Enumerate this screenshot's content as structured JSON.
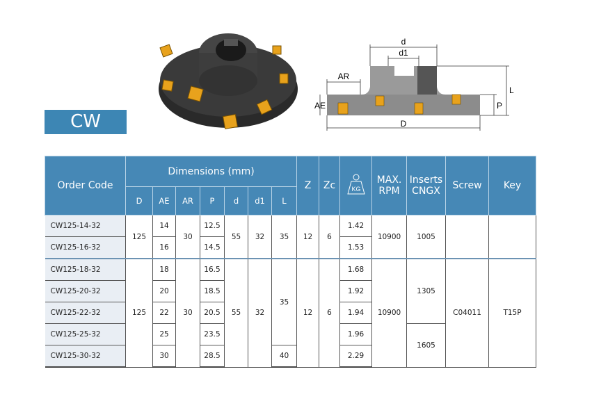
{
  "title": "CW",
  "diagram_labels": {
    "d": "d",
    "d1": "d1",
    "AR": "AR",
    "AE": "AE",
    "P": "P",
    "L": "L",
    "D": "D"
  },
  "colors": {
    "header": "#4688b6",
    "label": "#3d86b4",
    "code_bg": "#e9eef4",
    "insert": "#e8a21c"
  },
  "table": {
    "headers": {
      "order_code": "Order Code",
      "dimensions": "Dimensions (mm)",
      "dims": [
        "D",
        "AE",
        "AR",
        "P",
        "d",
        "d1",
        "L"
      ],
      "z": "Z",
      "zc": "Zc",
      "kg": "KG",
      "rpm_line1": "MAX.",
      "rpm_line2": "RPM",
      "inserts_line1": "Inserts",
      "inserts_line2": "CNGX",
      "screw": "Screw",
      "key": "Key"
    },
    "group1": {
      "codes": [
        "CW125-14-32",
        "CW125-16-32"
      ],
      "D": "125",
      "AE": [
        "14",
        "16"
      ],
      "AR": "30",
      "P": [
        "12.5",
        "14.5"
      ],
      "d": "55",
      "d1": "32",
      "L": "35",
      "Z": "12",
      "Zc": "6",
      "kg": [
        "1.42",
        "1.53"
      ],
      "rpm": "10900",
      "inserts": "1005",
      "screw": "",
      "key": ""
    },
    "group2": {
      "codes": [
        "CW125-18-32",
        "CW125-20-32",
        "CW125-22-32",
        "CW125-25-32",
        "CW125-30-32"
      ],
      "D": "125",
      "AE": [
        "18",
        "20",
        "22",
        "25",
        "30"
      ],
      "AR": "30",
      "P": [
        "16.5",
        "18.5",
        "20.5",
        "23.5",
        "28.5"
      ],
      "d": "55",
      "d1": "32",
      "L": [
        "35",
        "40"
      ],
      "Z": "12",
      "Zc": "6",
      "kg": [
        "1.68",
        "1.92",
        "1.94",
        "1.96",
        "2.29"
      ],
      "rpm": "10900",
      "inserts": [
        "1305",
        "1605"
      ],
      "screw": "C04011",
      "key": "T15P"
    }
  }
}
